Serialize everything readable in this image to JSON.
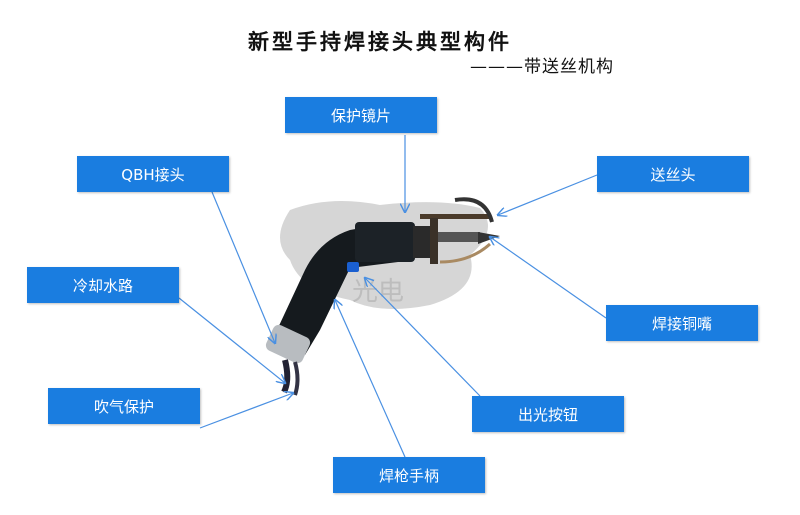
{
  "title": "新型手持焊接头典型构件",
  "subtitle": "———带送丝机构",
  "watermark": "光电",
  "labels": {
    "protective_lens": "保护镜片",
    "qbh_connector": "QBH接头",
    "wire_feed_head": "送丝头",
    "cooling_water": "冷却水路",
    "copper_nozzle": "焊接铜嘴",
    "gas_protection": "吹气保护",
    "light_button": "出光按钮",
    "gun_handle": "焊枪手柄"
  },
  "colors": {
    "label_bg": "#1a7de0",
    "arrow": "#4a90e2"
  }
}
